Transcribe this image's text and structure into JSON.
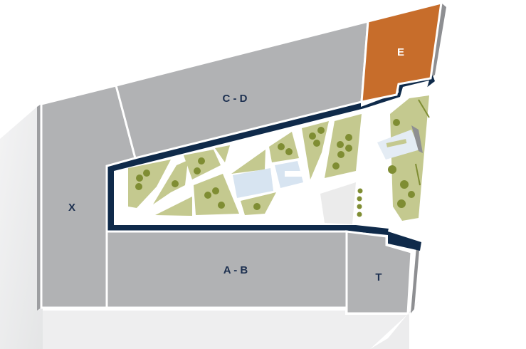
{
  "map": {
    "blocks": [
      {
        "id": "x",
        "label": "X",
        "color": "#b1b2b4"
      },
      {
        "id": "cd",
        "label": "C - D",
        "color": "#b1b2b4"
      },
      {
        "id": "ab",
        "label": "A - B",
        "color": "#b1b2b4"
      },
      {
        "id": "t",
        "label": "T",
        "color": "#b1b2b4"
      },
      {
        "id": "e",
        "label": "E",
        "color": "#c76d2b"
      }
    ],
    "colors": {
      "building": "#b1b2b4",
      "building_side": "#8e8f92",
      "building_edge": "#ffffff",
      "highlight": "#c76d2b",
      "highlight_side": "#9a5220",
      "label_dark": "#1d3050",
      "label_light": "#ffffff",
      "courtyard_wall": "#0f2a4a",
      "courtyard_floor": "#ffffff",
      "garden": "#c4c98f",
      "tree": "#7f8d33",
      "pool": "#d7e4f1",
      "shadow": "#e6e7e8"
    }
  }
}
